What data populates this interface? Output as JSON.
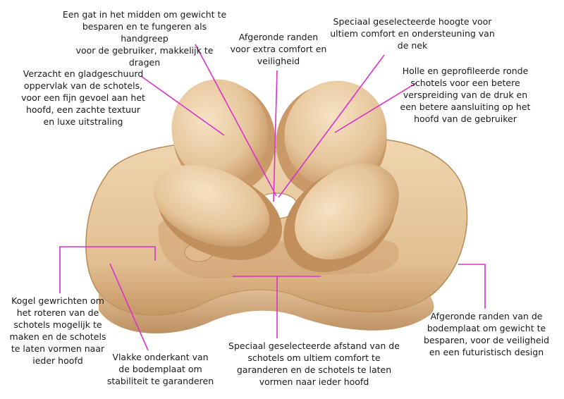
{
  "image": {
    "subject": "wooden-headrest-pillow",
    "annotation_line_color": "#d633c8",
    "wood_light": "#f1d7b3",
    "wood_mid": "#deb887",
    "wood_dark": "#b9895a"
  },
  "callouts": {
    "center_hole": "Een gat in het midden om gewicht te\nbesparen en te fungeren als handgreep\nvoor de gebruiker, makkelijk te dragen",
    "rounded_edges_top": "Afgeronde randen\nvoor extra comfort en\nveiligheid",
    "height": "Speciaal geselecteerde hoogte voor\nultiem comfort en ondersteuning van\nde nek",
    "smooth_surface": "Verzacht en gladgeschuurd\noppervlak van de schotels,\nvoor een fijn gevoel aan het\nhoofd, een zachte textuur\nen luxe uitstraling",
    "hollow_profile": "Holle en geprofileerde ronde\nschotels voor een betere\nverspreiding van de druk en\neen betere aansluiting op het\nhoofd van de gebruiker",
    "ball_joints": "Kogel gewrichten om\nhet roteren van de\nschotels mogelijk te\nmaken en de schotels\nte laten vormen naar\nieder hoofd",
    "flat_bottom": "Vlakke onderkant van\nde bodemplaat om\nstabiliteit te garanderen",
    "spacing": "Speciaal geselecteerde afstand van de\nschotels om ultiem comfort te\ngaranderen en de schotels te laten\nvormen naar ieder hoofd",
    "rounded_edges_base": "Afgeronde randen van de\nbodemplaat om gewicht te\nbesparen, voor de veiligheid\nen een futuristisch design"
  }
}
